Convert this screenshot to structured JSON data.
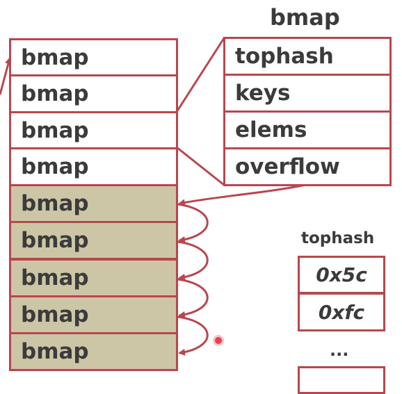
{
  "bucket_array": {
    "cells": [
      {
        "label": "bmap",
        "state": "plain"
      },
      {
        "label": "bmap",
        "state": "plain"
      },
      {
        "label": "bmap",
        "state": "plain"
      },
      {
        "label": "bmap",
        "state": "plain"
      },
      {
        "label": "bmap",
        "state": "shaded"
      },
      {
        "label": "bmap",
        "state": "shaded"
      },
      {
        "label": "bmap",
        "state": "shaded"
      },
      {
        "label": "bmap",
        "state": "shaded"
      },
      {
        "label": "bmap",
        "state": "shaded"
      }
    ]
  },
  "bmap_struct": {
    "title": "bmap",
    "fields": [
      "tophash",
      "keys",
      "elems",
      "overflow"
    ]
  },
  "tophash": {
    "title": "tophash",
    "values": [
      "0x5c",
      "0xfc"
    ],
    "ellipsis": "..."
  },
  "colors": {
    "border": "#b8464f",
    "shaded_fill": "#cdc6a6",
    "text": "#3b3b3b",
    "cursor": "#e8404f"
  }
}
